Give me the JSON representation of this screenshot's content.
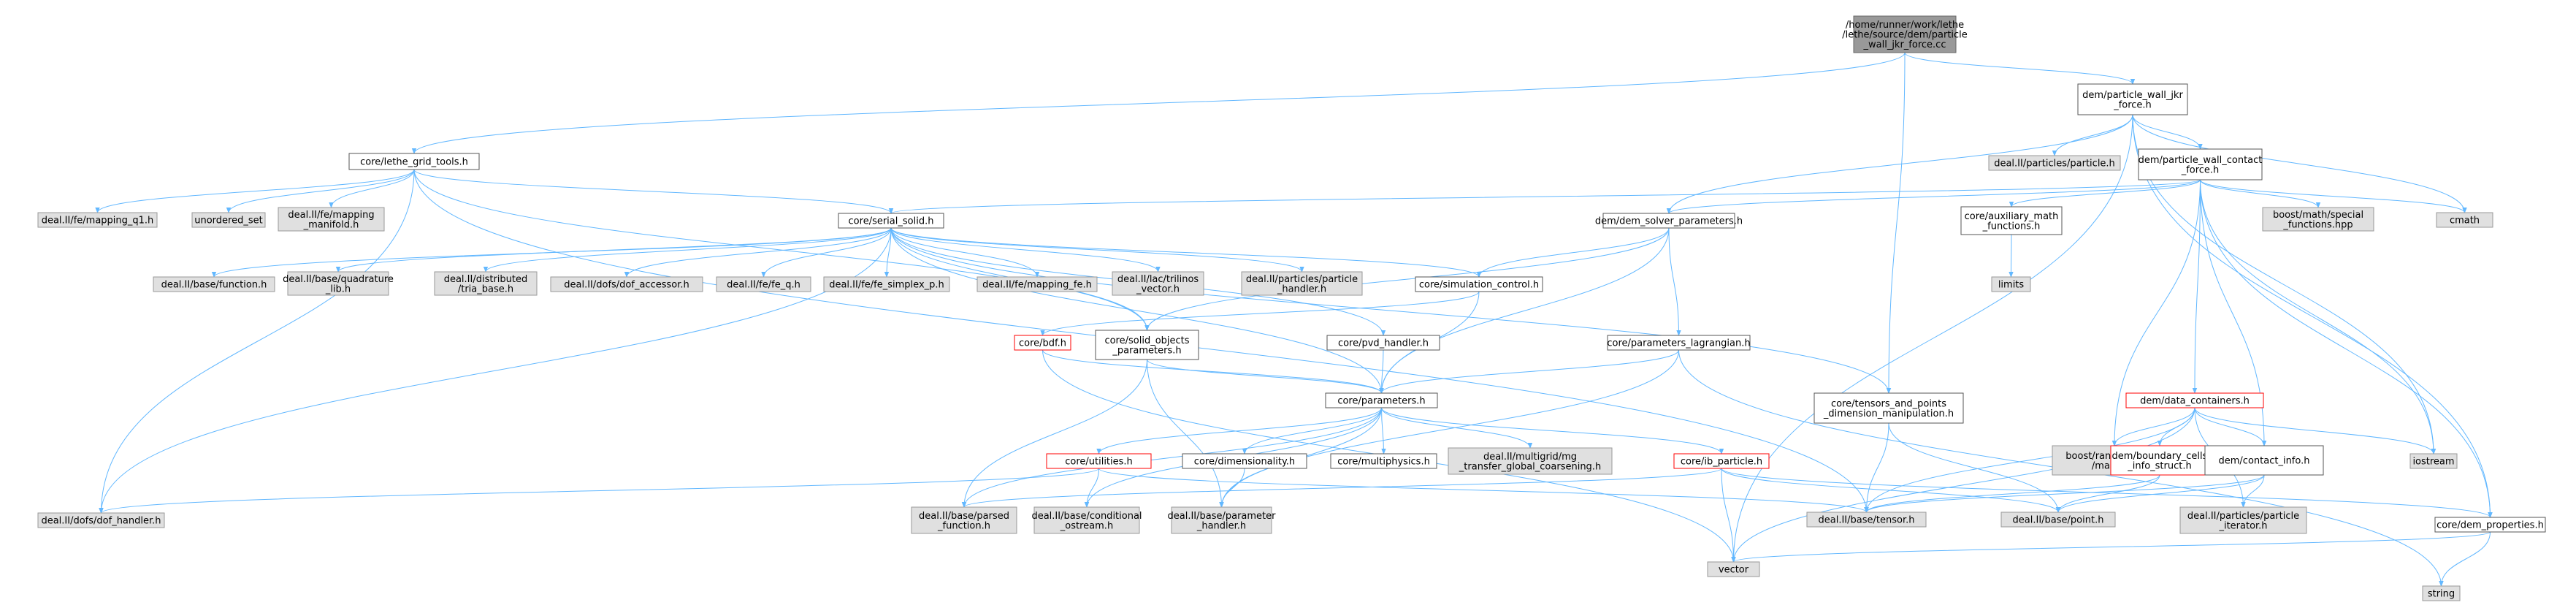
{
  "colors": {
    "edge": "#63b8ff",
    "node_fill": "#ffffff",
    "node_stroke": "#555555",
    "ext_fill": "#e0e0e0",
    "ext_stroke": "#999999",
    "root_fill": "#999999",
    "root_stroke": "#666666",
    "trunc_stroke": "#ff0000",
    "text": "#000000"
  },
  "nodes": [
    {
      "id": "root",
      "kind": "root",
      "lines": [
        "/home/runner/work/lethe",
        "/lethe/source/dem/particle",
        "_wall_jkr_force.cc"
      ]
    },
    {
      "id": "pw_jkr",
      "kind": "node",
      "lines": [
        "dem/particle_wall_jkr",
        "_force.h"
      ]
    },
    {
      "id": "grid_tools",
      "kind": "node",
      "lines": [
        "core/lethe_grid_tools.h"
      ]
    },
    {
      "id": "particles_h",
      "kind": "ext",
      "lines": [
        "deal.II/particles/particle.h"
      ]
    },
    {
      "id": "pw_contact",
      "kind": "node",
      "lines": [
        "dem/particle_wall_contact",
        "_force.h"
      ]
    },
    {
      "id": "mapping_q1",
      "kind": "ext",
      "lines": [
        "deal.II/fe/mapping_q1.h"
      ]
    },
    {
      "id": "unordered_set",
      "kind": "ext",
      "lines": [
        "unordered_set"
      ]
    },
    {
      "id": "mapping_manifold",
      "kind": "ext",
      "lines": [
        "deal.II/fe/mapping",
        "_manifold.h"
      ]
    },
    {
      "id": "serial_solid",
      "kind": "node",
      "lines": [
        "core/serial_solid.h"
      ]
    },
    {
      "id": "dem_solver_params",
      "kind": "node",
      "lines": [
        "dem/dem_solver_parameters.h"
      ]
    },
    {
      "id": "aux_math",
      "kind": "node",
      "lines": [
        "core/auxiliary_math",
        "_functions.h"
      ]
    },
    {
      "id": "boost_special",
      "kind": "ext",
      "lines": [
        "boost/math/special",
        "_functions.hpp"
      ]
    },
    {
      "id": "cmath",
      "kind": "ext",
      "lines": [
        "cmath"
      ]
    },
    {
      "id": "base_function",
      "kind": "ext",
      "lines": [
        "deal.II/base/function.h"
      ]
    },
    {
      "id": "quad_lib",
      "kind": "ext",
      "lines": [
        "deal.II/base/quadrature",
        "_lib.h"
      ]
    },
    {
      "id": "dist_tria",
      "kind": "ext",
      "lines": [
        "deal.II/distributed",
        "/tria_base.h"
      ]
    },
    {
      "id": "dof_accessor",
      "kind": "ext",
      "lines": [
        "deal.II/dofs/dof_accessor.h"
      ]
    },
    {
      "id": "fe_q",
      "kind": "ext",
      "lines": [
        "deal.II/fe/fe_q.h"
      ]
    },
    {
      "id": "fe_simplex",
      "kind": "ext",
      "lines": [
        "deal.II/fe/fe_simplex_p.h"
      ]
    },
    {
      "id": "mapping_fe",
      "kind": "ext",
      "lines": [
        "deal.II/fe/mapping_fe.h"
      ]
    },
    {
      "id": "trilinos_vec",
      "kind": "ext",
      "lines": [
        "deal.II/lac/trilinos",
        "_vector.h"
      ]
    },
    {
      "id": "particle_handler",
      "kind": "ext",
      "lines": [
        "deal.II/particles/particle",
        "_handler.h"
      ]
    },
    {
      "id": "sim_control",
      "kind": "node",
      "lines": [
        "core/simulation_control.h"
      ]
    },
    {
      "id": "limits",
      "kind": "ext",
      "lines": [
        "limits"
      ]
    },
    {
      "id": "bdf",
      "kind": "trunc",
      "lines": [
        "core/bdf.h"
      ]
    },
    {
      "id": "solid_objects",
      "kind": "node",
      "lines": [
        "core/solid_objects",
        "_parameters.h"
      ]
    },
    {
      "id": "pvd_handler",
      "kind": "node",
      "lines": [
        "core/pvd_handler.h"
      ]
    },
    {
      "id": "params_lagr",
      "kind": "node",
      "lines": [
        "core/parameters_lagrangian.h"
      ]
    },
    {
      "id": "tensors_points",
      "kind": "node",
      "lines": [
        "core/tensors_and_points",
        "_dimension_manipulation.h"
      ]
    },
    {
      "id": "data_containers",
      "kind": "trunc",
      "lines": [
        "dem/data_containers.h"
      ]
    },
    {
      "id": "parameters",
      "kind": "node",
      "lines": [
        "core/parameters.h"
      ]
    },
    {
      "id": "iostream",
      "kind": "ext",
      "lines": [
        "iostream"
      ]
    },
    {
      "id": "boost_range",
      "kind": "ext",
      "lines": [
        "boost/range/adaptor",
        "/map.hpp"
      ]
    },
    {
      "id": "boundary_cells",
      "kind": "trunc",
      "lines": [
        "dem/boundary_cells",
        "_info_struct.h"
      ]
    },
    {
      "id": "contact_info",
      "kind": "node",
      "lines": [
        "dem/contact_info.h"
      ]
    },
    {
      "id": "utilities",
      "kind": "trunc",
      "lines": [
        "core/utilities.h"
      ]
    },
    {
      "id": "dimensionality",
      "kind": "node",
      "lines": [
        "core/dimensionality.h"
      ]
    },
    {
      "id": "multiphysics",
      "kind": "node",
      "lines": [
        "core/multiphysics.h"
      ]
    },
    {
      "id": "mg_transfer",
      "kind": "ext",
      "lines": [
        "deal.II/multigrid/mg",
        "_transfer_global_coarsening.h"
      ]
    },
    {
      "id": "ib_particle",
      "kind": "trunc",
      "lines": [
        "core/ib_particle.h"
      ]
    },
    {
      "id": "dof_handler",
      "kind": "ext",
      "lines": [
        "deal.II/dofs/dof_handler.h"
      ]
    },
    {
      "id": "parsed_function",
      "kind": "ext",
      "lines": [
        "deal.II/base/parsed",
        "_function.h"
      ]
    },
    {
      "id": "cond_ostream",
      "kind": "ext",
      "lines": [
        "deal.II/base/conditional",
        "_ostream.h"
      ]
    },
    {
      "id": "param_handler",
      "kind": "ext",
      "lines": [
        "deal.II/base/parameter",
        "_handler.h"
      ]
    },
    {
      "id": "tensor",
      "kind": "ext",
      "lines": [
        "deal.II/base/tensor.h"
      ]
    },
    {
      "id": "point",
      "kind": "ext",
      "lines": [
        "deal.II/base/point.h"
      ]
    },
    {
      "id": "particle_iter",
      "kind": "ext",
      "lines": [
        "deal.II/particles/particle",
        "_iterator.h"
      ]
    },
    {
      "id": "dem_properties",
      "kind": "node",
      "lines": [
        "core/dem_properties.h"
      ]
    },
    {
      "id": "vector",
      "kind": "ext",
      "lines": [
        "vector"
      ]
    },
    {
      "id": "string",
      "kind": "ext",
      "lines": [
        "string"
      ]
    }
  ],
  "edges": [
    [
      "root",
      "pw_jkr"
    ],
    [
      "root",
      "grid_tools"
    ],
    [
      "root",
      "tensors_points"
    ],
    [
      "pw_jkr",
      "particles_h"
    ],
    [
      "pw_jkr",
      "pw_contact"
    ],
    [
      "pw_jkr",
      "dem_solver_params"
    ],
    [
      "pw_jkr",
      "cmath"
    ],
    [
      "pw_jkr",
      "iostream"
    ],
    [
      "pw_jkr",
      "dem_properties"
    ],
    [
      "pw_jkr",
      "vector"
    ],
    [
      "grid_tools",
      "mapping_q1"
    ],
    [
      "grid_tools",
      "unordered_set"
    ],
    [
      "grid_tools",
      "mapping_manifold"
    ],
    [
      "grid_tools",
      "serial_solid"
    ],
    [
      "grid_tools",
      "dof_handler"
    ],
    [
      "grid_tools",
      "tensor"
    ],
    [
      "grid_tools",
      "solid_objects"
    ],
    [
      "pw_contact",
      "serial_solid"
    ],
    [
      "pw_contact",
      "dem_solver_params"
    ],
    [
      "pw_contact",
      "aux_math"
    ],
    [
      "pw_contact",
      "boost_special"
    ],
    [
      "pw_contact",
      "cmath"
    ],
    [
      "pw_contact",
      "iostream"
    ],
    [
      "pw_contact",
      "data_containers"
    ],
    [
      "pw_contact",
      "contact_info"
    ],
    [
      "pw_contact",
      "boost_range"
    ],
    [
      "pw_contact",
      "dem_properties"
    ],
    [
      "serial_solid",
      "base_function"
    ],
    [
      "serial_solid",
      "quad_lib"
    ],
    [
      "serial_solid",
      "dist_tria"
    ],
    [
      "serial_solid",
      "dof_accessor"
    ],
    [
      "serial_solid",
      "fe_q"
    ],
    [
      "serial_solid",
      "fe_simplex"
    ],
    [
      "serial_solid",
      "mapping_fe"
    ],
    [
      "serial_solid",
      "trilinos_vec"
    ],
    [
      "serial_solid",
      "particle_handler"
    ],
    [
      "serial_solid",
      "sim_control"
    ],
    [
      "serial_solid",
      "pvd_handler"
    ],
    [
      "serial_solid",
      "parameters"
    ],
    [
      "serial_solid",
      "dof_handler"
    ],
    [
      "serial_solid",
      "tensors_points"
    ],
    [
      "serial_solid",
      "solid_objects"
    ],
    [
      "dem_solver_params",
      "sim_control"
    ],
    [
      "dem_solver_params",
      "solid_objects"
    ],
    [
      "dem_solver_params",
      "params_lagr"
    ],
    [
      "dem_solver_params",
      "parameters"
    ],
    [
      "aux_math",
      "limits"
    ],
    [
      "sim_control",
      "bdf"
    ],
    [
      "sim_control",
      "parameters"
    ],
    [
      "bdf",
      "parameters"
    ],
    [
      "bdf",
      "vector"
    ],
    [
      "solid_objects",
      "parameters"
    ],
    [
      "solid_objects",
      "parsed_function"
    ],
    [
      "solid_objects",
      "param_handler"
    ],
    [
      "pvd_handler",
      "parameters"
    ],
    [
      "params_lagr",
      "parameters"
    ],
    [
      "params_lagr",
      "param_handler"
    ],
    [
      "params_lagr",
      "string"
    ],
    [
      "tensors_points",
      "tensor"
    ],
    [
      "tensors_points",
      "point"
    ],
    [
      "data_containers",
      "boost_range"
    ],
    [
      "data_containers",
      "boundary_cells"
    ],
    [
      "data_containers",
      "contact_info"
    ],
    [
      "data_containers",
      "iostream"
    ],
    [
      "data_containers",
      "particle_iter"
    ],
    [
      "data_containers",
      "tensor"
    ],
    [
      "data_containers",
      "vector"
    ],
    [
      "parameters",
      "utilities"
    ],
    [
      "parameters",
      "dimensionality"
    ],
    [
      "parameters",
      "multiphysics"
    ],
    [
      "parameters",
      "mg_transfer"
    ],
    [
      "parameters",
      "ib_particle"
    ],
    [
      "parameters",
      "parsed_function"
    ],
    [
      "parameters",
      "cond_ostream"
    ],
    [
      "parameters",
      "param_handler"
    ],
    [
      "boundary_cells",
      "tensor"
    ],
    [
      "boundary_cells",
      "point"
    ],
    [
      "contact_info",
      "tensor"
    ],
    [
      "contact_info",
      "point"
    ],
    [
      "contact_info",
      "particle_iter"
    ],
    [
      "utilities",
      "dof_handler"
    ],
    [
      "utilities",
      "cond_ostream"
    ],
    [
      "utilities",
      "tensor"
    ],
    [
      "dimensionality",
      "param_handler"
    ],
    [
      "ib_particle",
      "parsed_function"
    ],
    [
      "ib_particle",
      "point"
    ],
    [
      "ib_particle",
      "vector"
    ],
    [
      "ib_particle",
      "dem_properties"
    ],
    [
      "dem_properties",
      "vector"
    ],
    [
      "dem_properties",
      "string"
    ]
  ]
}
